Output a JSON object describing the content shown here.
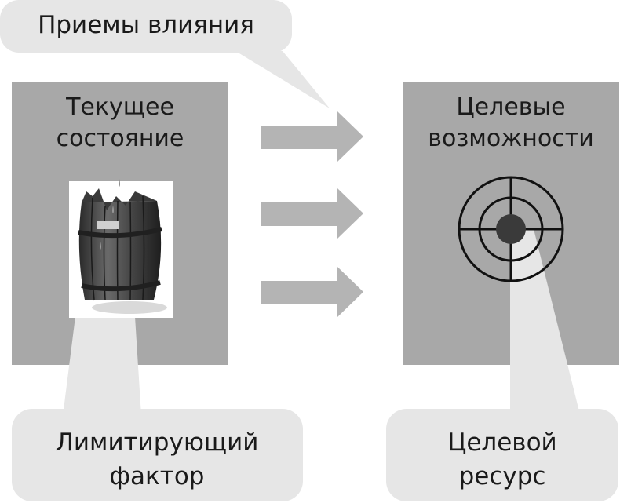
{
  "callout_top": {
    "text": "Приемы влияния"
  },
  "box_left": {
    "line1": "Текущее",
    "line2": "состояние"
  },
  "box_right": {
    "line1": "Целевые",
    "line2": "возможности"
  },
  "callout_bottom_left": {
    "line1": "Лимитирующий",
    "line2": "фактор"
  },
  "callout_bottom_right": {
    "line1": "Целевой",
    "line2": "ресурс"
  },
  "colors": {
    "box_fill": "#a8a8a8",
    "callout_fill": "#e6e6e6",
    "arrow_fill": "#b4b4b4",
    "text": "#1a1a1a",
    "target_center": "#3a3a3a"
  },
  "icons": {
    "barrel": "leaking-barrel-icon",
    "target": "target-crosshair-icon"
  }
}
